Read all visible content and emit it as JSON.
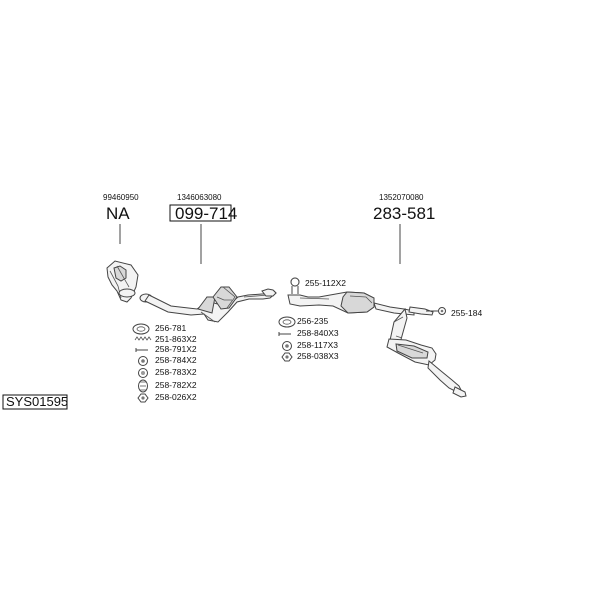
{
  "groups": [
    {
      "ref": "99460950",
      "code": "NA"
    },
    {
      "ref": "1346063080",
      "code": "099-714"
    },
    {
      "ref": "1352070080",
      "code": "283-581"
    }
  ],
  "left_parts": [
    "256-781",
    "251-863X2",
    "258-791X2",
    "258-784X2",
    "258-783X2",
    "258-782X2",
    "258-026X2"
  ],
  "middle_parts": [
    "255-112X2",
    "256-235",
    "258-840X3",
    "258-117X3",
    "258-038X3"
  ],
  "right_parts": [
    "255-184"
  ],
  "code_box": "SYS01595"
}
